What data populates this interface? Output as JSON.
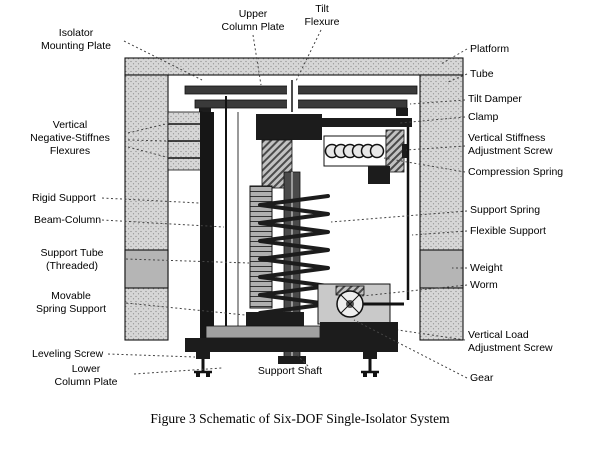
{
  "figure": {
    "caption": "Figure 3  Schematic of Six-DOF Single-Isolator System"
  },
  "labels": {
    "isolator_mounting_plate": "Isolator\nMounting Plate",
    "upper_column_plate": "Upper\nColumn Plate",
    "tilt_flexure": "Tilt\nFlexure",
    "platform": "Platform",
    "tube": "Tube",
    "tilt_damper": "Tilt Damper",
    "clamp": "Clamp",
    "vertical_stiffness_adjustment_screw": "Vertical Stiffness\nAdjustment Screw",
    "compression_spring": "Compression Spring",
    "vertical_negative_stiffness_flexures": "Vertical\nNegative-Stiffnes\nFlexures",
    "rigid_support": "Rigid Support",
    "beam_column": "Beam-Column",
    "support_spring": "Support Spring",
    "flexible_support": "Flexible Support",
    "support_tube_threaded": "Support Tube\n(Threaded)",
    "weight": "Weight",
    "worm": "Worm",
    "movable_spring_support": "Movable\nSpring Support",
    "leveling_screw": "Leveling Screw",
    "lower_column_plate": "Lower\nColumn Plate",
    "support_shaft": "Support Shaft",
    "vertical_load_adjustment_screw": "Vertical Load\nAdjustment Screw",
    "gear": "Gear"
  }
}
